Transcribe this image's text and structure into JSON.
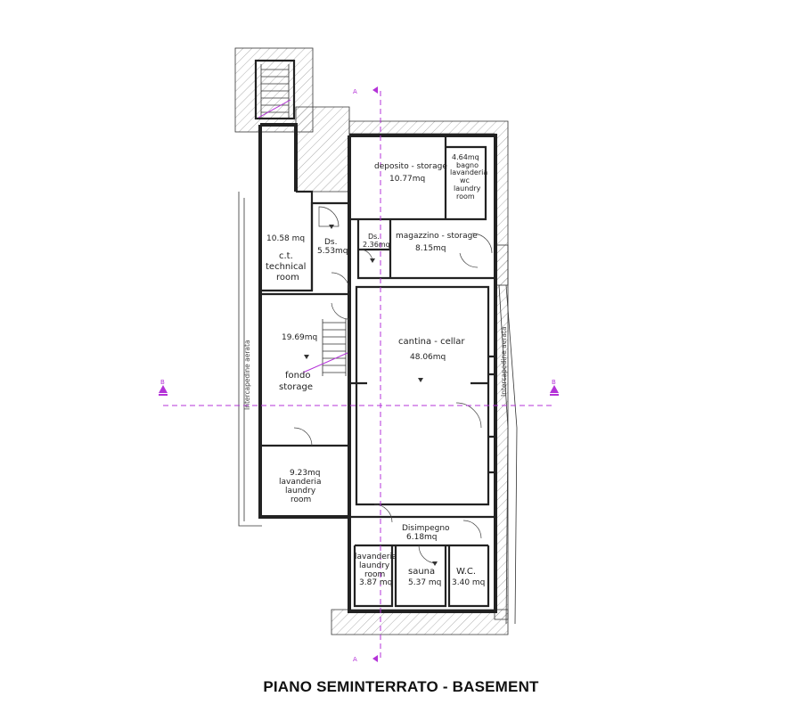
{
  "title": "PIANO SEMINTERRATO - BASEMENT",
  "section_labels": {
    "a": "A",
    "b": "B"
  },
  "annotations": {
    "intercapedine": "Intercapedine aerata"
  },
  "rooms": {
    "deposito": {
      "name": "deposito - storage",
      "area": "10.77mq"
    },
    "bagno": {
      "area": "4.64mq",
      "l1": "bagno",
      "l2": "lavanderia",
      "l3": "wc",
      "l4": "laundry",
      "l5": "room"
    },
    "ct": {
      "area": "10.58 mq",
      "l1": "c.t.",
      "l2": "technical",
      "l3": "room"
    },
    "ds1": {
      "name": "Ds.",
      "area": "5.53mq"
    },
    "ds2": {
      "name": "Ds.",
      "area": "2.36mq"
    },
    "magazzino": {
      "name": "magazzino - storage",
      "area": "8.15mq"
    },
    "fondo": {
      "area": "19.69mq",
      "l1": "fondo",
      "l2": "storage"
    },
    "cantina": {
      "name": "cantina - cellar",
      "area": "48.06mq"
    },
    "lavanderia": {
      "area": "9.23mq",
      "l1": "lavanderia",
      "l2": "laundry",
      "l3": "room"
    },
    "disimpegno": {
      "name": "Disimpegno",
      "area": "6.18mq"
    },
    "lav_small": {
      "l1": "lavanderia",
      "l2": "laundry",
      "l3": "room",
      "area": "3.87 mq"
    },
    "sauna": {
      "name": "sauna",
      "area": "5.37 mq"
    },
    "wc": {
      "name": "W.C.",
      "area": "3.40 mq"
    }
  }
}
